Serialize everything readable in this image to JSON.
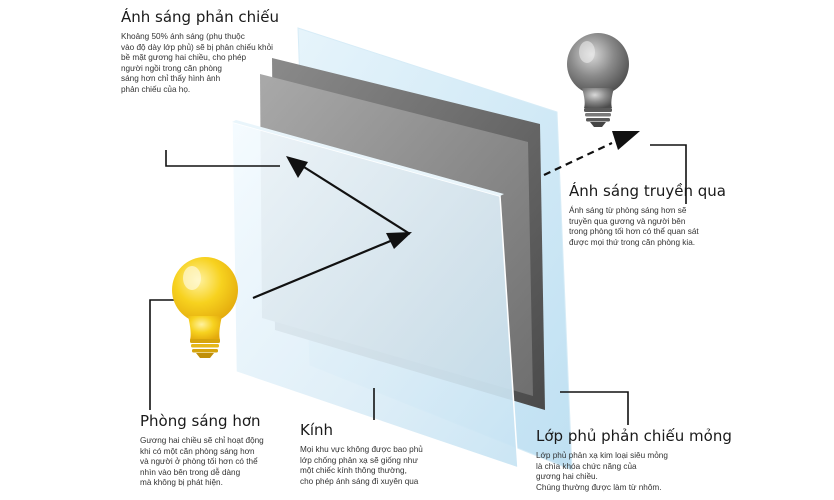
{
  "labels": {
    "reflected": {
      "title": "Ánh sáng phản chiếu",
      "desc": "Khoảng 50% ánh sáng (phụ thuộc\nvào độ dày lớp phủ) sẽ bị phản chiếu khỏi\nbề mặt gương hai chiều, cho phép\nngười ngồi trong căn phòng\nsáng hơn chỉ thấy hình ảnh\nphản chiếu của họ."
    },
    "transmitted": {
      "title": "Ánh sáng truyền qua",
      "desc": "Ánh sáng từ phòng sáng hơn sẽ\ntruyền qua gương và người bên\ntrong phòng tối hơn có thể quan sát\nđược mọi thứ trong căn phòng kia."
    },
    "bright_room": {
      "title": "Phòng sáng hơn",
      "desc": "Gương hai chiều sẽ chỉ hoạt động\nkhi có một căn phòng sáng hơn\nvà người ở phòng tối hơn có thể\nnhìn vào bên trong dễ dàng\nmà không bị phát hiện."
    },
    "glass": {
      "title": "Kính",
      "desc": "Mọi khu vực không được bao phủ\nlớp chống phản xạ sẽ giống như\nmột chiếc kính thông thường,\ncho phép ánh sáng đi xuyên qua"
    },
    "coating": {
      "title": "Lớp phủ phản chiếu mỏng",
      "desc": "Lớp phủ phản xạ kim loại siêu mỏng\nlà chìa khóa chức năng của\ngương hai chiều.\nChúng thường được làm từ nhôm."
    }
  },
  "icons": {
    "bright_bulb": "lightbulb-icon",
    "dim_bulb": "lightbulb-icon"
  },
  "colors": {
    "bulb_bright": "#f7cf1d",
    "bulb_dim": "#7d7d7d",
    "glass": "#cfe9f6",
    "coating": "#8e8e8e"
  }
}
